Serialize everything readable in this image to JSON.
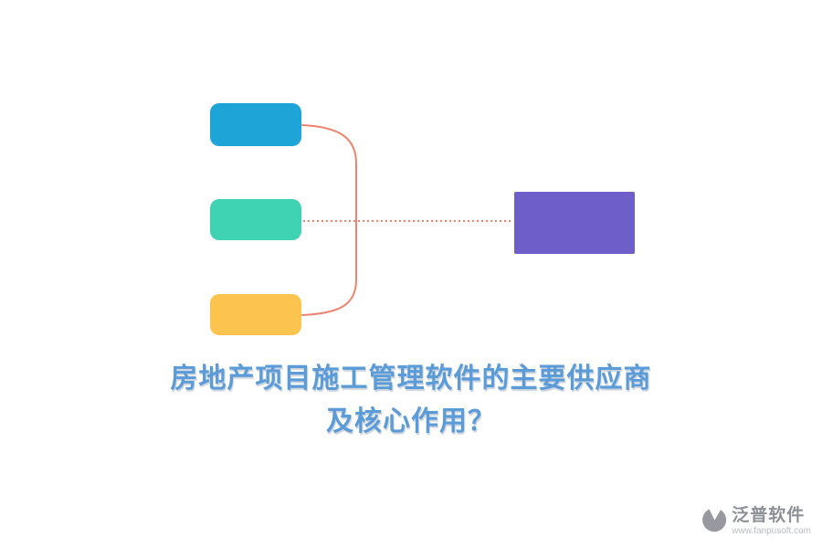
{
  "title": {
    "line1": "房地产项目施工管理软件的主要供应商",
    "line2": "及核心作用？"
  },
  "diagram": {
    "nodes": {
      "supplier_top": {
        "color": "#1ea4d6"
      },
      "supplier_middle": {
        "color": "#3fd3b3"
      },
      "supplier_bottom": {
        "color": "#fcc44e"
      },
      "result_right": {
        "color": "#6e5ec9"
      }
    },
    "connector_color": "#f0836e"
  },
  "logo": {
    "brand": "泛普软件",
    "website": "www.fanpusoft.com",
    "icon": "fan-pie-icon",
    "text_color": "#8d9097"
  }
}
